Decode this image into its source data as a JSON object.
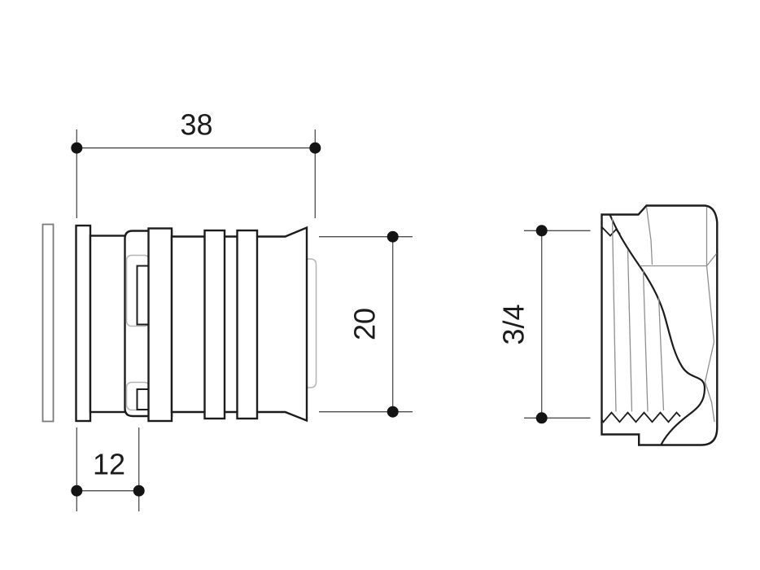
{
  "dimensions": {
    "overall_length": {
      "label": "38"
    },
    "pipe_diameter": {
      "label": "20"
    },
    "insertion_depth": {
      "label": "12"
    },
    "thread_size": {
      "label": "3/4"
    }
  },
  "colors": {
    "background": "#ffffff",
    "outline": "#1c1c1c",
    "thin_line": "#8f8f8f",
    "light_line": "#b4b4b4",
    "washer_line": "#7a7a7a",
    "dimension_line": "#4d4d4d",
    "marker": "#141414",
    "text": "#1c1c1c"
  }
}
